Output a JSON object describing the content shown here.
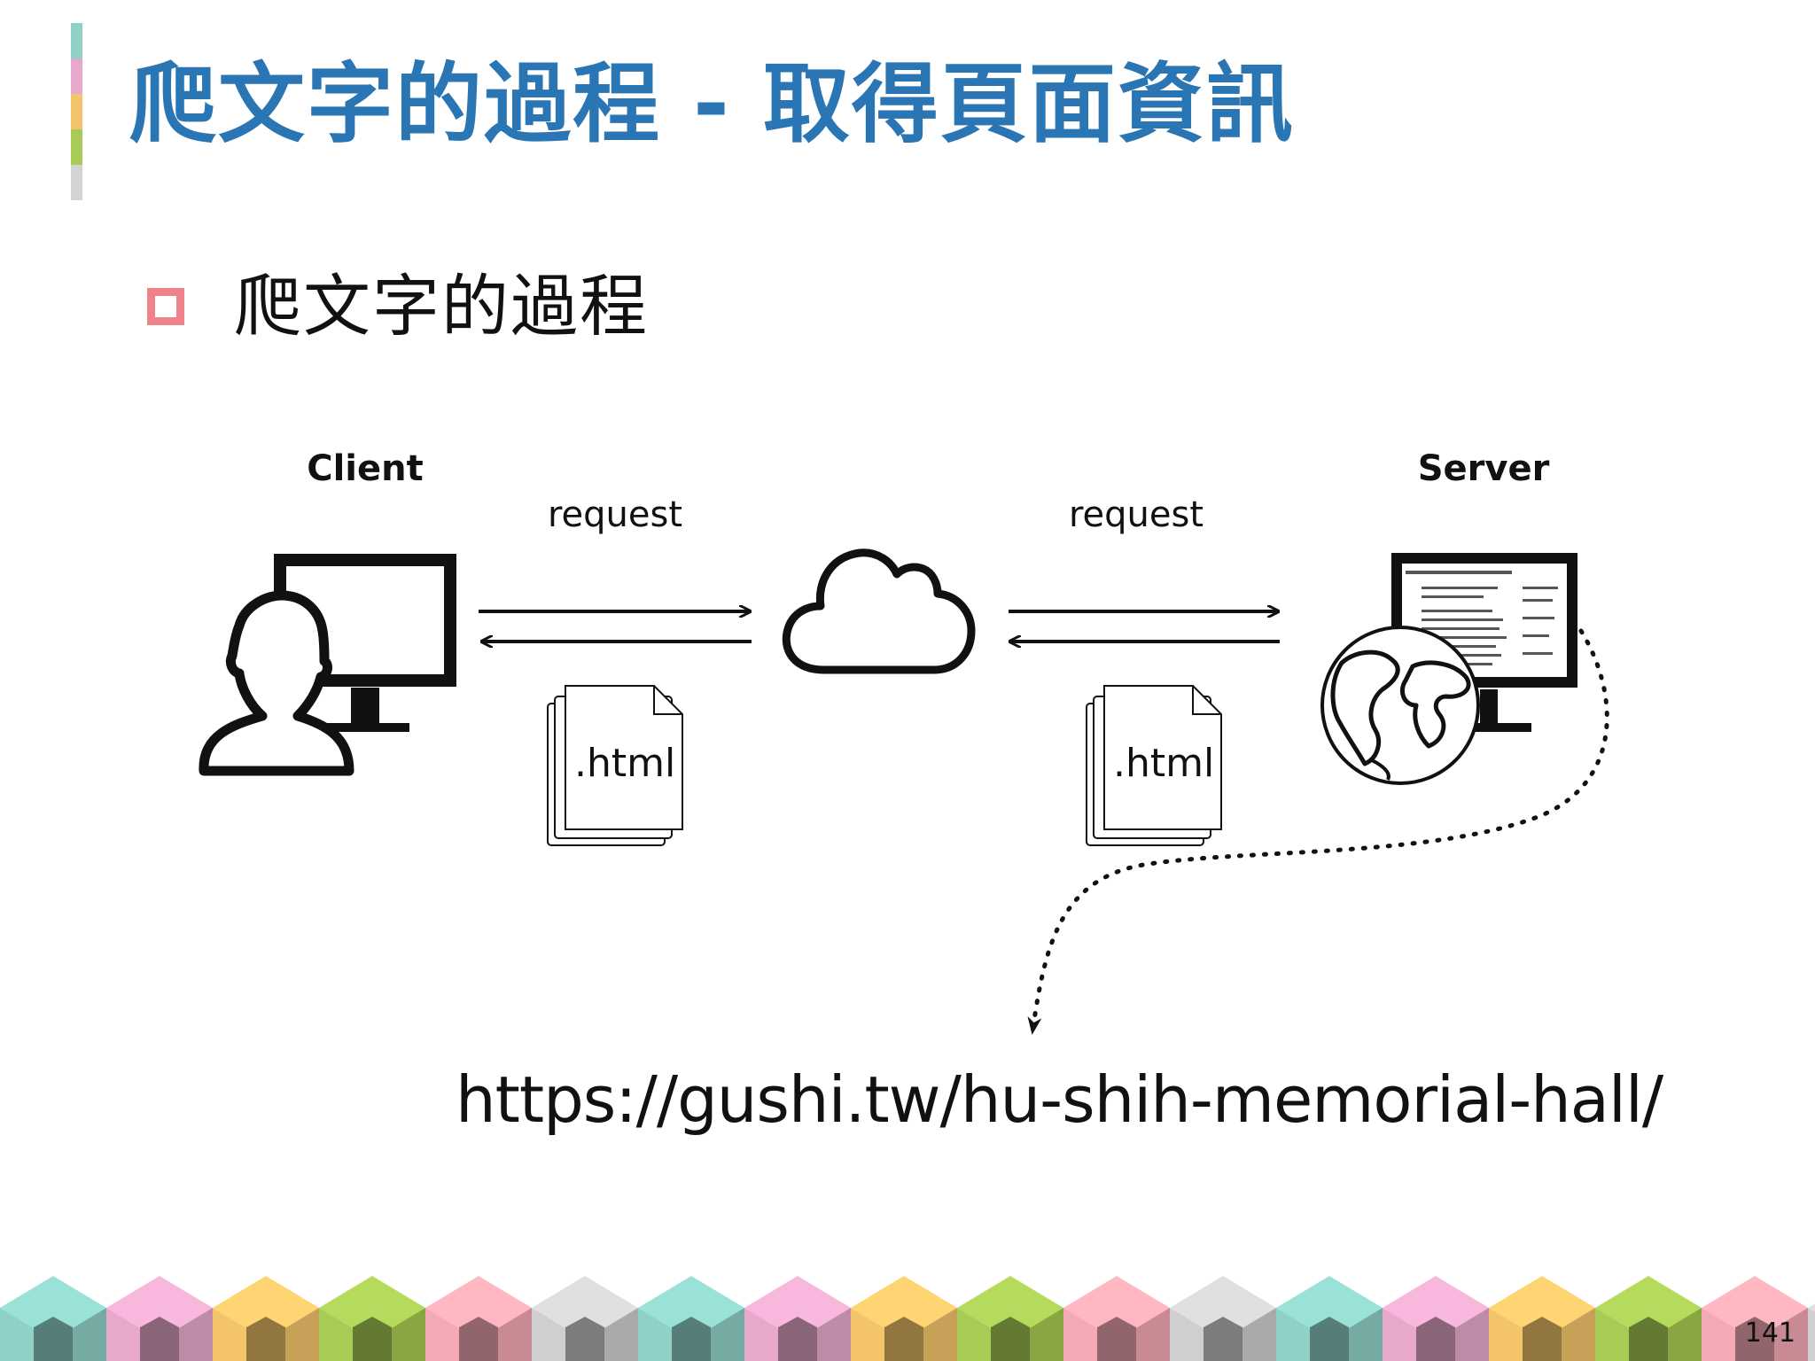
{
  "slide": {
    "title": "爬文字的過程 - 取得頁面資訊",
    "bullet": "爬文字的過程",
    "page_number": "141",
    "accent_colors": [
      "#8fd1c7",
      "#e6a9cc",
      "#f3c46a",
      "#a7cb54",
      "#d3d3d3"
    ],
    "title_color": "#2a75b3",
    "bullet_color": "#f0838a"
  },
  "diagram": {
    "client_label": "Client",
    "server_label": "Server",
    "left_arrow_label": "request",
    "right_arrow_label": "request",
    "left_doc_label": ".html",
    "right_doc_label": ".html",
    "url": "https://gushi.tw/hu-shih-memorial-hall/",
    "icons": [
      "user-icon",
      "monitor-icon",
      "cloud-icon",
      "document-icon",
      "globe-icon",
      "webpage-screenshot-icon"
    ]
  },
  "footer": {
    "cube_colors": [
      "#8fd1c7",
      "#e6a9cc",
      "#f3c46a",
      "#a7cb54",
      "#f4a9b4",
      "#cfcfcf"
    ]
  }
}
